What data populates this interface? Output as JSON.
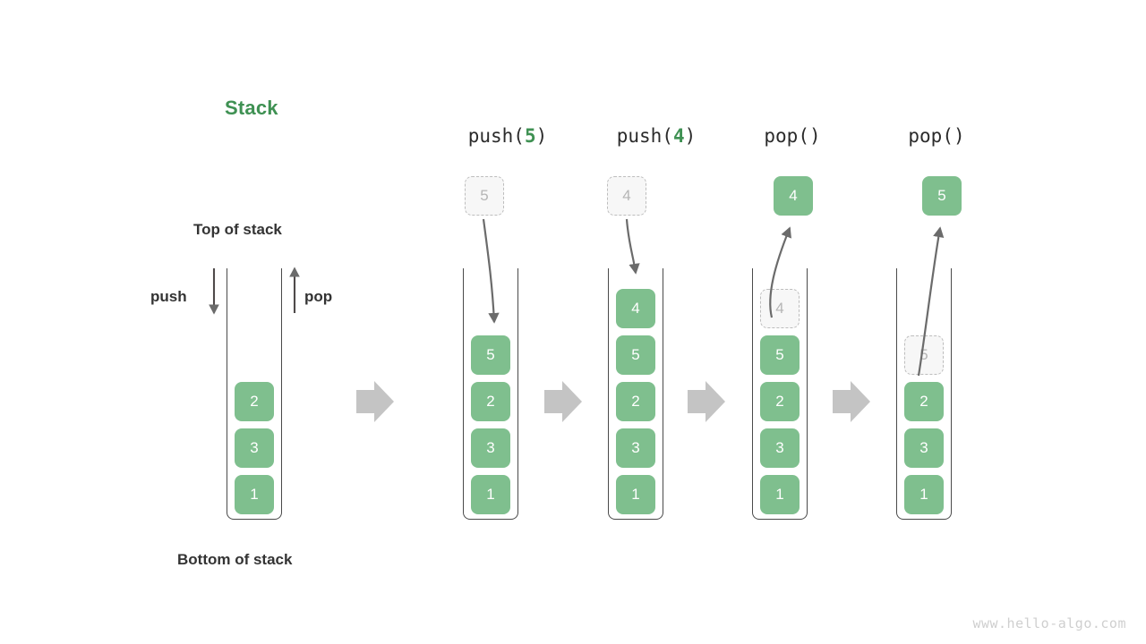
{
  "diagram": {
    "title": "Stack",
    "title_color": "#3f9153",
    "box_color": "#7fbf8e",
    "ghost_color": "#f7f7f7",
    "arrow_color": "#6b6b6b",
    "step_arrow_color": "#c4c4c4",
    "watermark": "www.hello-algo.com",
    "labels": {
      "top_of_stack": "Top of stack",
      "bottom_of_stack": "Bottom of stack",
      "push": "push",
      "pop": "pop"
    },
    "initial_stack": {
      "values": [
        "2",
        "3",
        "1"
      ],
      "top_label": "Top of stack",
      "bottom_label": "Bottom of stack"
    },
    "steps": [
      {
        "op": "push",
        "op_prefix": "push(",
        "op_arg": "5",
        "op_suffix": ")",
        "label": "push(5)",
        "float_value": "5",
        "float_style": "ghost",
        "arrow_direction": "down",
        "stack": [
          {
            "value": "5",
            "style": "solid"
          },
          {
            "value": "2",
            "style": "solid"
          },
          {
            "value": "3",
            "style": "solid"
          },
          {
            "value": "1",
            "style": "solid"
          }
        ]
      },
      {
        "op": "push",
        "op_prefix": "push(",
        "op_arg": "4",
        "op_suffix": ")",
        "label": "push(4)",
        "float_value": "4",
        "float_style": "ghost",
        "arrow_direction": "down",
        "stack": [
          {
            "value": "4",
            "style": "solid"
          },
          {
            "value": "5",
            "style": "solid"
          },
          {
            "value": "2",
            "style": "solid"
          },
          {
            "value": "3",
            "style": "solid"
          },
          {
            "value": "1",
            "style": "solid"
          }
        ]
      },
      {
        "op": "pop",
        "op_prefix": "pop(",
        "op_arg": "",
        "op_suffix": ")",
        "label": "pop()",
        "float_value": "4",
        "float_style": "solid",
        "arrow_direction": "up",
        "stack": [
          {
            "value": "4",
            "style": "ghost"
          },
          {
            "value": "5",
            "style": "solid"
          },
          {
            "value": "2",
            "style": "solid"
          },
          {
            "value": "3",
            "style": "solid"
          },
          {
            "value": "1",
            "style": "solid"
          }
        ]
      },
      {
        "op": "pop",
        "op_prefix": "pop(",
        "op_arg": "",
        "op_suffix": ")",
        "label": "pop()",
        "float_value": "5",
        "float_style": "solid",
        "arrow_direction": "up",
        "stack": [
          {
            "value": "5",
            "style": "ghost"
          },
          {
            "value": "2",
            "style": "solid"
          },
          {
            "value": "3",
            "style": "solid"
          },
          {
            "value": "1",
            "style": "solid"
          }
        ]
      }
    ]
  }
}
